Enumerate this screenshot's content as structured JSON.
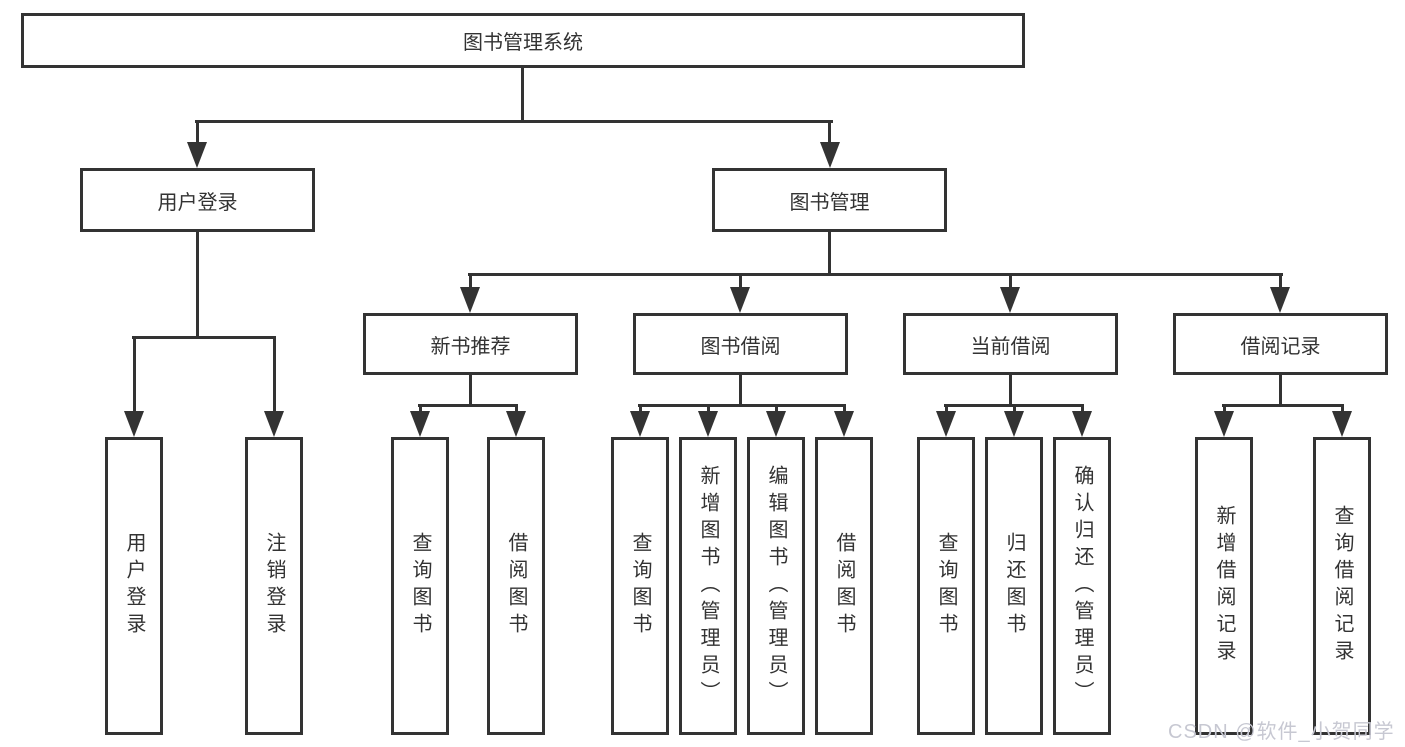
{
  "diagram": {
    "type": "hierarchy-tree",
    "colors": {
      "line": "#333333",
      "box_border": "#333333",
      "text": "#333333",
      "background": "#ffffff",
      "watermark": "#c7c8d2"
    },
    "tree": {
      "root": {
        "label": "图书管理系统"
      },
      "branches": [
        {
          "label": "用户登录",
          "children": [
            {
              "label": "用户登录"
            },
            {
              "label": "注销登录"
            }
          ]
        },
        {
          "label": "图书管理",
          "children": [
            {
              "label": "新书推荐",
              "children": [
                {
                  "label": "查询图书"
                },
                {
                  "label": "借阅图书"
                }
              ]
            },
            {
              "label": "图书借阅",
              "children": [
                {
                  "label": "查询图书"
                },
                {
                  "label": "新增图书（管理员）"
                },
                {
                  "label": "编辑图书（管理员）"
                },
                {
                  "label": "借阅图书"
                }
              ]
            },
            {
              "label": "当前借阅",
              "children": [
                {
                  "label": "查询图书"
                },
                {
                  "label": "归还图书"
                },
                {
                  "label": "确认归还（管理员）"
                }
              ]
            },
            {
              "label": "借阅记录",
              "children": [
                {
                  "label": "新增借阅记录"
                },
                {
                  "label": "查询借阅记录"
                }
              ]
            }
          ]
        }
      ]
    },
    "watermark": {
      "text": "CSDN @软件_小贺同学"
    }
  }
}
